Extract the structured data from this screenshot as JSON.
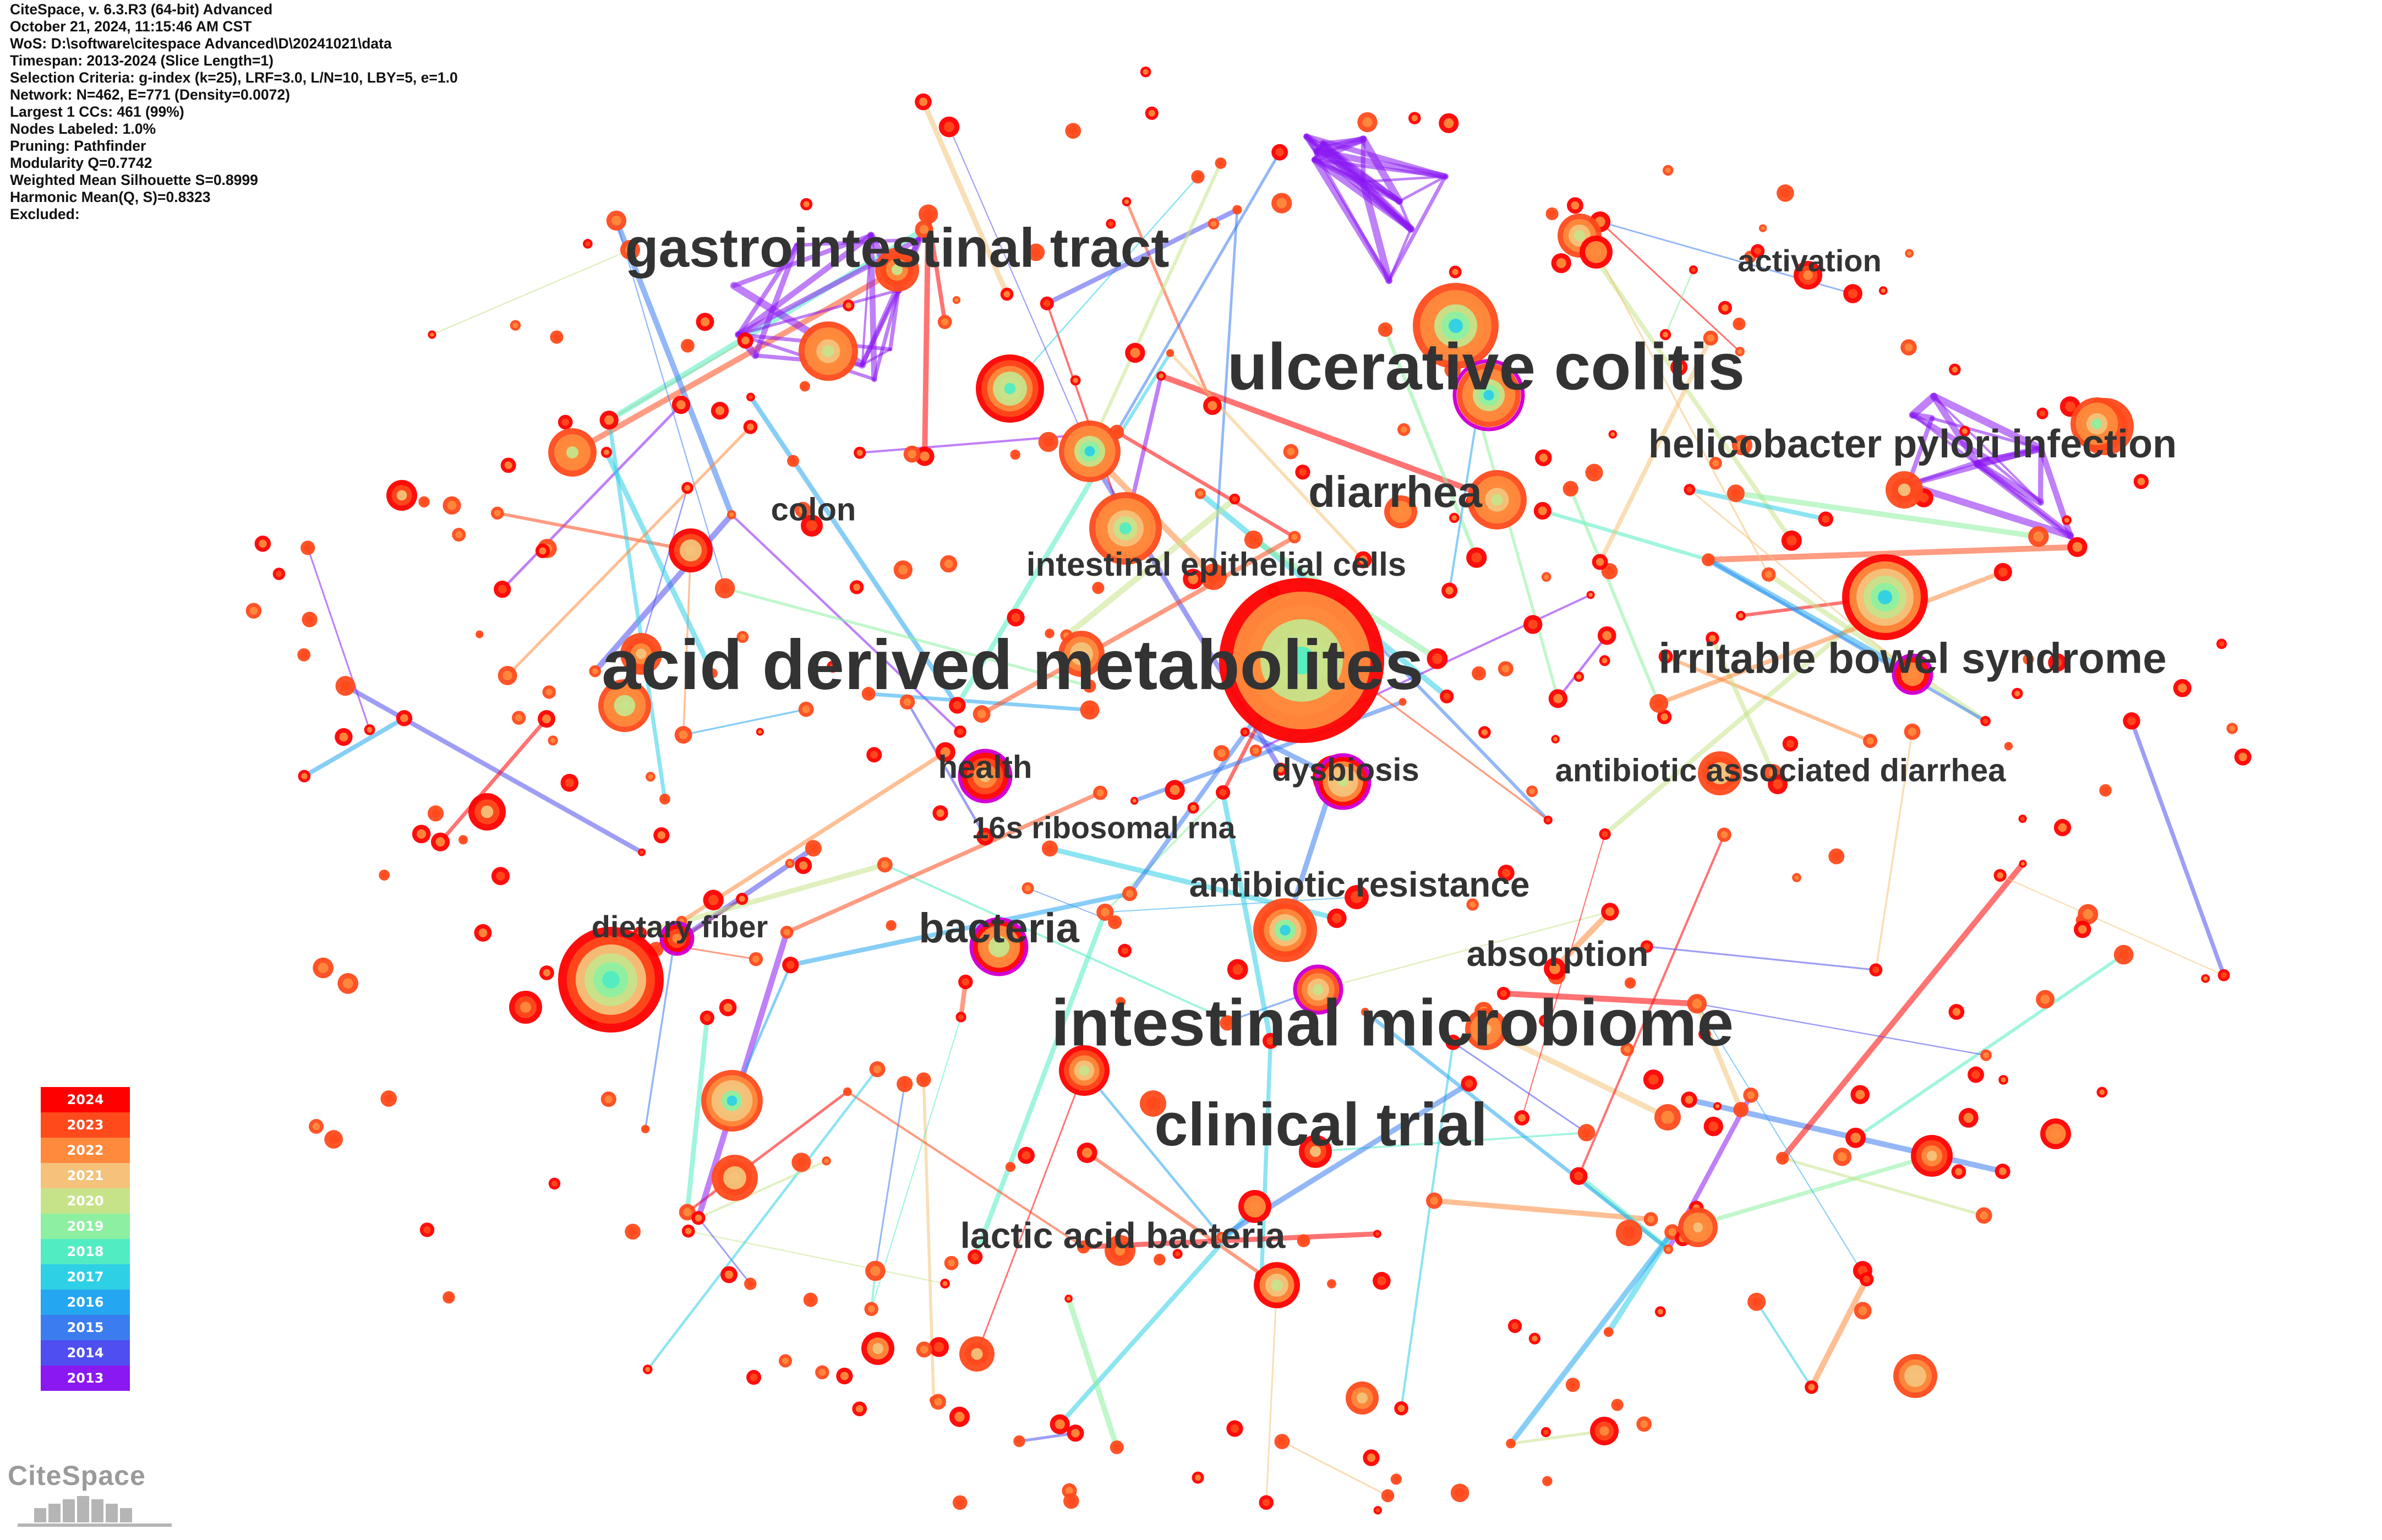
{
  "header": {
    "lines": [
      "CiteSpace, v. 6.3.R3 (64-bit) Advanced",
      "October 21, 2024, 11:15:46 AM CST",
      "WoS: D:\\software\\citespace Advanced\\D\\20241021\\data",
      "Timespan: 2013-2024 (Slice Length=1)",
      "Selection Criteria: g-index (k=25), LRF=3.0, L/N=10, LBY=5, e=1.0",
      "Network: N=462, E=771 (Density=0.0072)",
      "Largest 1 CCs: 461 (99%)",
      "Nodes Labeled: 1.0%",
      "Pruning: Pathfinder",
      "Modularity Q=0.7742",
      "Weighted Mean Silhouette S=0.8999",
      "Harmonic Mean(Q, S)=0.8323",
      "Excluded:"
    ]
  },
  "legend": {
    "years": [
      "2024",
      "2023",
      "2022",
      "2021",
      "2020",
      "2019",
      "2018",
      "2017",
      "2016",
      "2015",
      "2014",
      "2013"
    ],
    "colors": [
      "#ff0000",
      "#ff4a1c",
      "#ff8a3c",
      "#f4c27a",
      "#c7e38a",
      "#8df0a0",
      "#52ecc2",
      "#2ed0e6",
      "#25a6f0",
      "#3b7cf0",
      "#4f4ef0",
      "#8a18f2"
    ]
  },
  "logo": {
    "text": "CiteSpace"
  },
  "keywords": [
    {
      "label": "acid derived metabolites",
      "size": "xl"
    },
    {
      "label": "ulcerative colitis",
      "size": "xl"
    },
    {
      "label": "intestinal microbiome",
      "size": "xl"
    },
    {
      "label": "gastrointestinal tract",
      "size": "l"
    },
    {
      "label": "clinical trial",
      "size": "l"
    },
    {
      "label": "helicobacter pylori infection",
      "size": "m"
    },
    {
      "label": "irritable bowel syndrome",
      "size": "m"
    },
    {
      "label": "diarrhea",
      "size": "m"
    },
    {
      "label": "bacteria",
      "size": "m"
    },
    {
      "label": "lactic acid bacteria",
      "size": "s"
    },
    {
      "label": "antibiotic resistance",
      "size": "s"
    },
    {
      "label": "intestinal epithelial cells",
      "size": "s"
    },
    {
      "label": "antibiotic associated diarrhea",
      "size": "s"
    },
    {
      "label": "absorption",
      "size": "s"
    },
    {
      "label": "dysbiosis",
      "size": "s"
    },
    {
      "label": "health",
      "size": "s"
    },
    {
      "label": "16s ribosomal rna",
      "size": "s"
    },
    {
      "label": "dietary fiber",
      "size": "s"
    },
    {
      "label": "colon",
      "size": "s"
    },
    {
      "label": "activation",
      "size": "s"
    }
  ]
}
